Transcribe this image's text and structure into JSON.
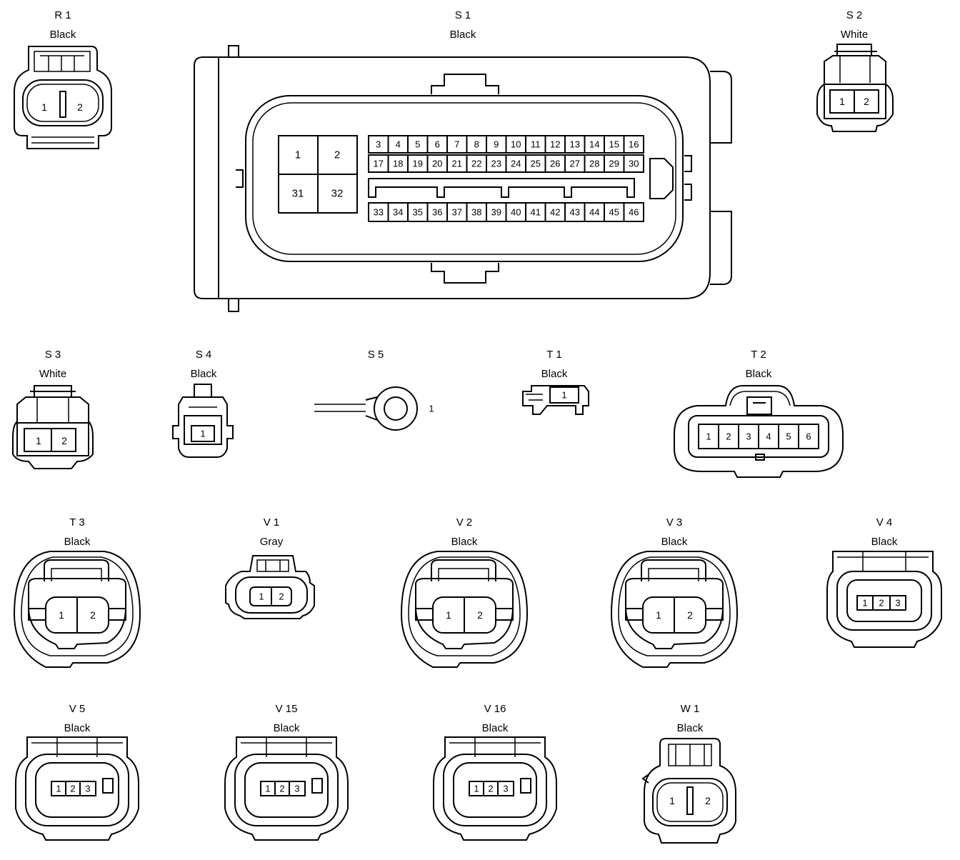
{
  "connectors": {
    "R1": {
      "id": "R 1",
      "color": "Black",
      "pins": [
        "1",
        "2"
      ]
    },
    "S1": {
      "id": "S 1",
      "color": "Black",
      "large_pins": [
        "1",
        "2",
        "31",
        "32"
      ],
      "row1": [
        "3",
        "4",
        "5",
        "6",
        "7",
        "8",
        "9",
        "10",
        "11",
        "12",
        "13",
        "14",
        "15",
        "16"
      ],
      "row2": [
        "17",
        "18",
        "19",
        "20",
        "21",
        "22",
        "23",
        "24",
        "25",
        "26",
        "27",
        "28",
        "29",
        "30"
      ],
      "row3": [
        "33",
        "34",
        "35",
        "36",
        "37",
        "38",
        "39",
        "40",
        "41",
        "42",
        "43",
        "44",
        "45",
        "46"
      ]
    },
    "S2": {
      "id": "S 2",
      "color": "White",
      "pins": [
        "1",
        "2"
      ]
    },
    "S3": {
      "id": "S 3",
      "color": "White",
      "pins": [
        "1",
        "2"
      ]
    },
    "S4": {
      "id": "S 4",
      "color": "Black",
      "pins": [
        "1"
      ]
    },
    "S5": {
      "id": "S 5",
      "pins": [
        "1"
      ]
    },
    "T1": {
      "id": "T 1",
      "color": "Black",
      "pins": [
        "1"
      ]
    },
    "T2": {
      "id": "T 2",
      "color": "Black",
      "pins": [
        "1",
        "2",
        "3",
        "4",
        "5",
        "6"
      ]
    },
    "T3": {
      "id": "T 3",
      "color": "Black",
      "pins": [
        "1",
        "2"
      ]
    },
    "V1": {
      "id": "V 1",
      "color": "Gray",
      "pins": [
        "1",
        "2"
      ]
    },
    "V2": {
      "id": "V 2",
      "color": "Black",
      "pins": [
        "1",
        "2"
      ]
    },
    "V3": {
      "id": "V 3",
      "color": "Black",
      "pins": [
        "1",
        "2"
      ]
    },
    "V4": {
      "id": "V 4",
      "color": "Black",
      "pins": [
        "1",
        "2",
        "3"
      ]
    },
    "V5": {
      "id": "V 5",
      "color": "Black",
      "pins": [
        "1",
        "2",
        "3"
      ]
    },
    "V15": {
      "id": "V 15",
      "color": "Black",
      "pins": [
        "1",
        "2",
        "3"
      ]
    },
    "V16": {
      "id": "V 16",
      "color": "Black",
      "pins": [
        "1",
        "2",
        "3"
      ]
    },
    "W1": {
      "id": "W 1",
      "color": "Black",
      "pins": [
        "1",
        "2"
      ]
    }
  }
}
